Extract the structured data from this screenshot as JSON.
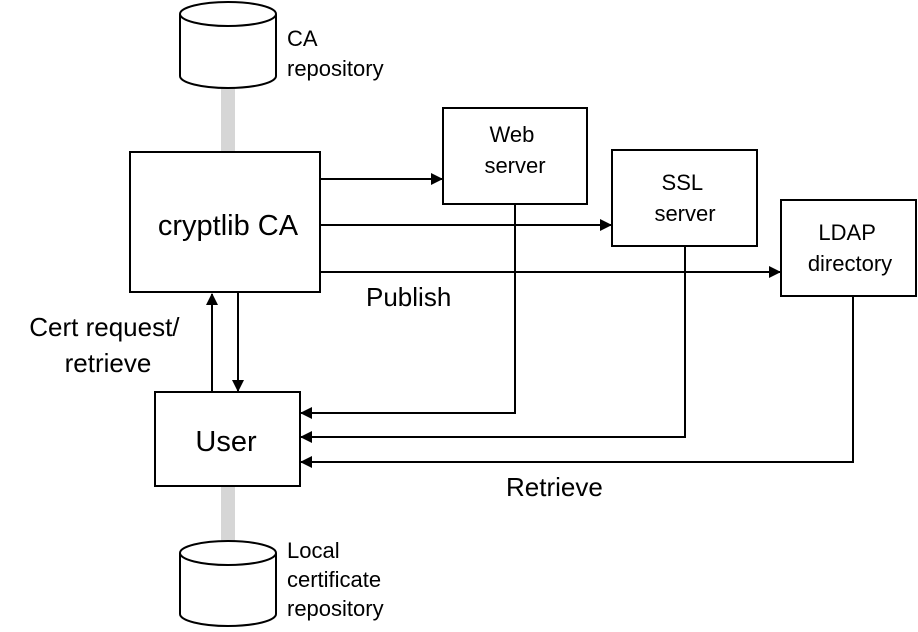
{
  "nodes": {
    "ca_repository": [
      "CA",
      "repository"
    ],
    "cryptlib_ca": [
      "cryptlib CA"
    ],
    "web_server": [
      "Web",
      "server"
    ],
    "ssl_server": [
      "SSL",
      "server"
    ],
    "ldap_directory": [
      "LDAP",
      "directory"
    ],
    "user": [
      "User"
    ],
    "local_repository": [
      "Local",
      "certificate",
      "repository"
    ]
  },
  "labels": {
    "publish": "Publish",
    "cert_request": [
      "Cert request/",
      "retrieve"
    ],
    "retrieve": "Retrieve"
  },
  "colors": {
    "stroke": "#000000",
    "connector": "#d6d6d6",
    "fill": "#ffffff"
  }
}
